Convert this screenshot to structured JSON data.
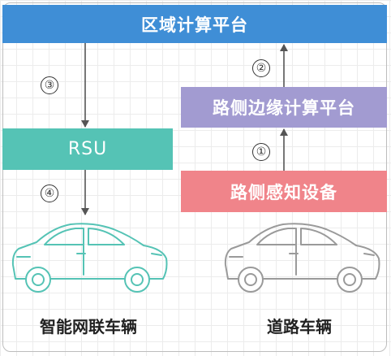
{
  "boxes": {
    "top": "区域计算平台",
    "rsu": "RSU",
    "edge": "路侧边缘计算平台",
    "sensor": "路侧感知设备"
  },
  "steps": [
    "①",
    "②",
    "③",
    "④"
  ],
  "labels": {
    "smart_vehicle": "智能网联车辆",
    "road_vehicle": "道路车辆"
  },
  "colors": {
    "top": "#3f8ed6",
    "rsu": "#55c3b5",
    "edge": "#a29bd1",
    "sensor": "#f0848a",
    "smart_car": "#55c3b5",
    "road_car": "#9a9a9a"
  },
  "icons": [
    "smart-car-icon",
    "road-car-icon"
  ]
}
